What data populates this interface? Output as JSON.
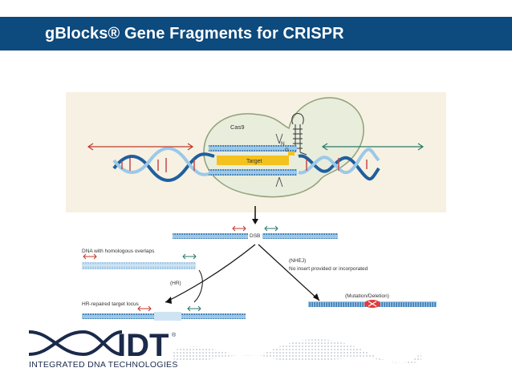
{
  "header": {
    "title": "gBlocks® Gene Fragments for CRISPR"
  },
  "diagram": {
    "cas9": "Cas9",
    "target": "Target",
    "pam_n": "N",
    "pam_g": "G",
    "dsb": "DSB",
    "donor": "DNA with homologous overlaps",
    "hr": "(HR)",
    "nhej": "(NHEJ)",
    "nhej_note": "No insert provided or incorporated",
    "hr_result": "HR-repaired target locus",
    "nhej_result": "(Mutation/Deletion)"
  },
  "logo": {
    "name": "IDT",
    "registered": "®",
    "tagline": "INTEGRATED DNA TECHNOLOGIES"
  },
  "colors": {
    "header": "#0d4a7e",
    "top_panel": "#f6f1e2",
    "cas9_fill": "#e9eddc",
    "target": "#f4c21e",
    "strand_dark": "#1f5f9e",
    "strand_light": "#9cc8e8",
    "arrow_red": "#c0392b",
    "arrow_green": "#2a7a6a"
  }
}
